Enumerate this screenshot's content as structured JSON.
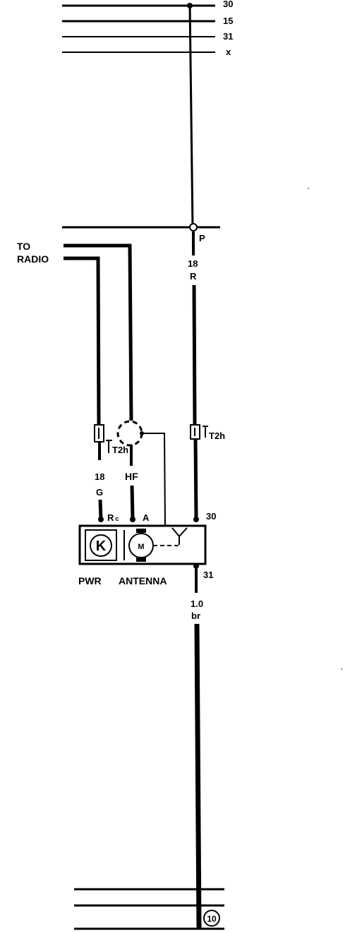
{
  "bus_top": {
    "line_30": "30",
    "line_15": "15",
    "line_31": "31",
    "line_x": "x"
  },
  "junction_p": "P",
  "wire_main": {
    "gauge": "18",
    "color": "R"
  },
  "to_radio": {
    "line1": "TO",
    "line2": "RADIO"
  },
  "connector_left": {
    "label": "T2h"
  },
  "connector_right": {
    "label": "T2h"
  },
  "wire_green": {
    "gauge": "18",
    "color": "G"
  },
  "hf_label": "HF",
  "pins": {
    "rc": "R",
    "rc_sub": "c",
    "a": "A",
    "p30": "30",
    "p31": "31"
  },
  "module": {
    "k_symbol": "K",
    "motor_symbol": "M",
    "pwr": "PWR",
    "antenna": "ANTENNA"
  },
  "wire_ground": {
    "gauge": "1.0",
    "color": "br"
  },
  "ground_ref": "10"
}
